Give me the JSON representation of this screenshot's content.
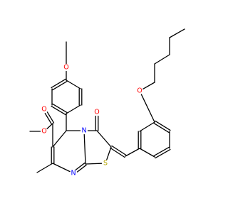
{
  "atom_labels": {
    "methoxy_o": "O",
    "ester_carbonyl_o": "O",
    "ester_o": "O",
    "ketone_o": "O",
    "ring_n": "N",
    "imine_n": "N",
    "sulfur": "S",
    "pentyloxy_o": "O"
  },
  "colors": {
    "bond": "#000000",
    "oxygen": "#ff0000",
    "nitrogen": "#0000ff",
    "sulfur": "#b3a400",
    "background": "#ffffff"
  }
}
